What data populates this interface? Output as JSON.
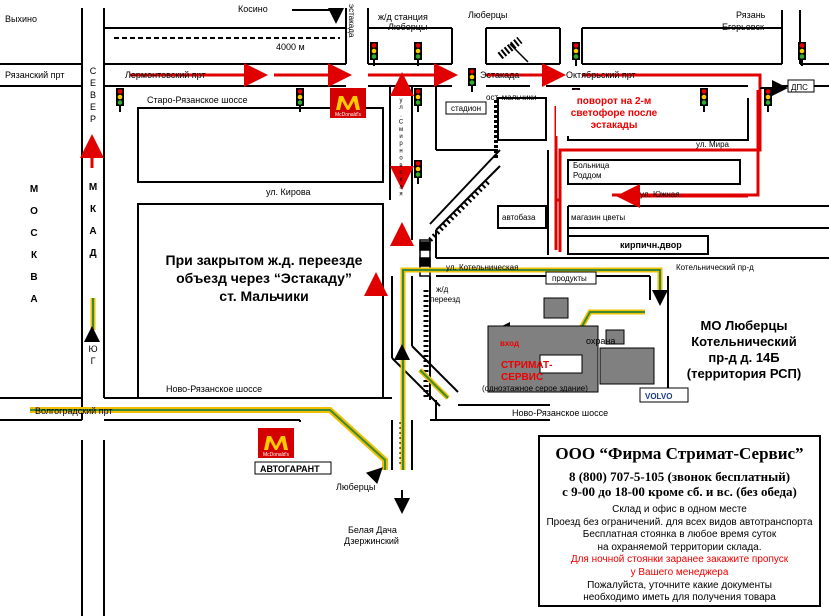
{
  "colors": {
    "road": "#000",
    "route_red": "#e00000",
    "route_yellow": "#f0c000",
    "route_green": "#3a8a3a",
    "building": "#808080",
    "mcd_bg": "#d40000",
    "mcd_m": "#ffcc00"
  },
  "places": {
    "vykhino": "Выхино",
    "kosino": "Косино",
    "lyubertsy_top": "Люберцы",
    "ryazan": "Рязань",
    "egorevsk": "Егорьевск",
    "estakada_vert": "эстакада",
    "station": "ж/д станция",
    "station2": "Люберцы",
    "dist": "4000 м",
    "ryazansky": "Рязанский прт",
    "lermontovsky": "Лермонтовский прт",
    "estakada": "Эстакада",
    "oktyabrsky": "Октябрьский прт",
    "dps": "ДПС",
    "sever": "С\nЕ\nВ\nЕ\nР",
    "moskva": "М\nО\nС\nК\nВ\nА",
    "mkad": "М\nК\nА\nД",
    "yug": "Ю\nГ",
    "staro_ryazan": "Старо-Рязанское шоссе",
    "ost_malchiki": "ост. мальчики",
    "stadion": "стадион",
    "smirnovskaya": "у\nл\n.\nС\nм\nи\nр\nн\nо\nв\nс\nк\nа\nя",
    "turn_note_1": "поворот на 2-м",
    "turn_note_2": "светофоре после",
    "turn_note_3": "эстакады",
    "ul_mira": "ул. Мира",
    "bolnitsa": "Больница",
    "roddom": "Роддом",
    "ul_kirova": "ул. Кирова",
    "ul_yuzhnaya": "ул. Южная",
    "avtobaza": "автобаза",
    "magazin": "магазин цветы",
    "kirpich": "кирпичн.двор",
    "detour_1": "При закрытом ж.д. переезде",
    "detour_2": "объезд через “Эстакаду”",
    "detour_3": "ст. Мальчики",
    "ul_kotelnicheskaya": "ул. Котельническая",
    "kotelnichesky_prd": "Котельнический пр-д",
    "produkty": "продукты",
    "zhd_pereezd_1": "ж/д",
    "zhd_pereezd_2": "переезд",
    "okhrana": "охрана",
    "vkhod": "вход",
    "stirmat_1": "СТРИМАТ-",
    "stirmat_2": "СЕРВИС",
    "building_note": "(одноэтажное серое здание)",
    "addr_1": "МО Люберцы",
    "addr_2": "Котельнический",
    "addr_3": "пр-д д. 14Б",
    "addr_4": "(территория РСП)",
    "volvo": "VOLVO",
    "novo_ryazan_left": "Ново-Рязанское шоссе",
    "novo_ryazan_right": "Ново-Рязанское шоссе",
    "volgogradsky": "Волгоградский прт",
    "avtogarant": "АВТОГАРАНТ",
    "lyubertsy_bottom": "Люберцы",
    "belaya_dacha": "Белая Дача",
    "dzerzhinsky": "Дзержинский",
    "mcd": "McDonald's"
  },
  "info": {
    "title": "ООО “Фирма Стримат-Сервис”",
    "phone": "8 (800) 707-5-105 (звонок бесплатный)",
    "hours": "с 9-00 до 18-00 кроме сб. и вс. (без обеда)",
    "lines": [
      "Склад и офис в одном месте",
      "Проезд без ограничений. для всех видов автотранспорта"
    ],
    "line1": "Склад и офис в одном месте",
    "line2": "Проезд без ограничений. для всех видов автотранспорта",
    "line3": "Бесплатная стоянка в любое время суток",
    "line4": "на охраняемой территории склада.",
    "red1": "Для ночной стоянки заранее закажите пропуск",
    "red2": "у Вашего менеджера",
    "line5": "Пожалуйста, уточните какие документы",
    "line6": "необходимо иметь для получения товара"
  }
}
